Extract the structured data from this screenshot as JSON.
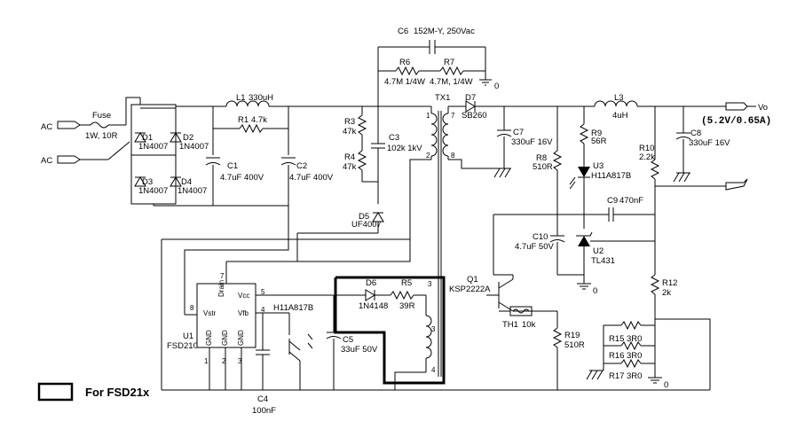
{
  "inputs": {
    "ac1": "AC",
    "ac2": "AC"
  },
  "fuse": {
    "name": "Fuse",
    "value": "1W, 10R"
  },
  "diodes_bridge": [
    {
      "name": "D1",
      "part": "1N4007"
    },
    {
      "name": "D2",
      "part": "1N4007"
    },
    {
      "name": "D3",
      "part": "1N4007"
    },
    {
      "name": "D4",
      "part": "1N4007"
    }
  ],
  "l1": {
    "name": "L1",
    "value": "330uH"
  },
  "r1": {
    "name": "R1",
    "value": "4.7k"
  },
  "c1": {
    "name": "C1",
    "value": "4.7uF 400V"
  },
  "c2": {
    "name": "C2",
    "value": "4.7uF 400V"
  },
  "c6": {
    "name": "C6",
    "value": "152M-Y, 250Vac"
  },
  "r6": {
    "name": "R6",
    "value": "4.7M 1/4W"
  },
  "r7": {
    "name": "R7",
    "value": "4.7M, 1/4W"
  },
  "r3": {
    "name": "R3",
    "value": "47k"
  },
  "r4": {
    "name": "R4",
    "value": "47k"
  },
  "c3": {
    "name": "C3",
    "value": "102k 1kV"
  },
  "d5": {
    "name": "D5",
    "part": "UF4007"
  },
  "tx1": {
    "name": "TX1",
    "pins": [
      "1",
      "2",
      "3",
      "4",
      "7",
      "8"
    ]
  },
  "d7": {
    "name": "D7",
    "part": "SB260"
  },
  "c7": {
    "name": "C7",
    "value": "330uF 16V"
  },
  "l3": {
    "name": "L3",
    "value": "4uH"
  },
  "c8": {
    "name": "C8",
    "value": "330uF 16V"
  },
  "output": {
    "name": "Vo",
    "rating": "(5.2V/0.65A)"
  },
  "r9": {
    "name": "R9",
    "value": "56R"
  },
  "r8": {
    "name": "R8",
    "value": "510R"
  },
  "r10": {
    "name": "R10",
    "value": "2.2k"
  },
  "u3": {
    "name": "U3",
    "part": "H11A817B"
  },
  "c9": {
    "name": "C9",
    "value": "470nF"
  },
  "c10": {
    "name": "C10",
    "value": "4.7uF 50V"
  },
  "u2": {
    "name": "U2",
    "part": "TL431"
  },
  "q1": {
    "name": "Q1",
    "part": "KSP2222A"
  },
  "r12": {
    "name": "R12",
    "value": "2k"
  },
  "th1": {
    "name": "TH1",
    "value": "10k"
  },
  "r19": {
    "name": "R19",
    "value": "510R"
  },
  "r15": {
    "name": "R15",
    "value": "3R0"
  },
  "r16": {
    "name": "R16",
    "value": "3R0"
  },
  "r17": {
    "name": "R17",
    "value": "3R0"
  },
  "ground_label": "0",
  "u1": {
    "name": "U1",
    "part": "FSD210",
    "pins": {
      "drain": "Drain",
      "vcc": "Vcc",
      "vstr": "Vstr",
      "vfb": "Vfb",
      "gnd": "GND"
    },
    "pin_numbers": [
      "8",
      "7",
      "5",
      "4",
      "1",
      "2",
      "3"
    ]
  },
  "optocoupler_primary": {
    "part": "H11A817B"
  },
  "d6": {
    "name": "D6",
    "part": "1N4148"
  },
  "r5": {
    "name": "R5",
    "value": "39R"
  },
  "c5": {
    "name": "C5",
    "value": "33uF 50V"
  },
  "c4": {
    "name": "C4",
    "value": "100nF"
  },
  "legend": {
    "label": "For FSD21x"
  }
}
